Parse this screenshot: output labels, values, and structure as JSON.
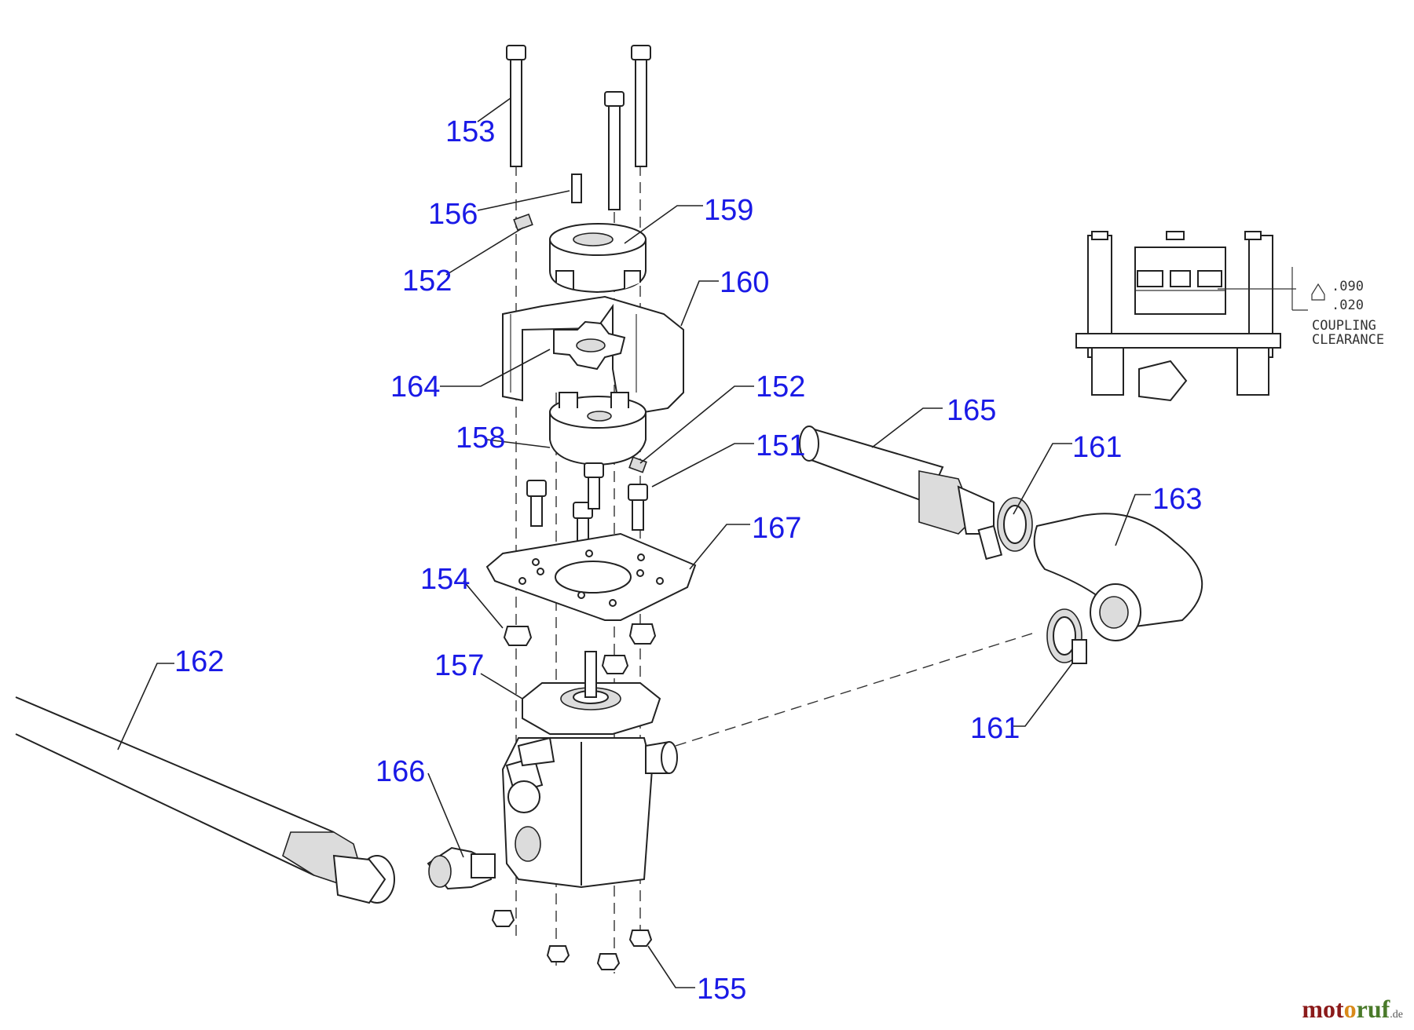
{
  "callouts": {
    "c153": "153",
    "c156": "156",
    "c159": "159",
    "c152a": "152",
    "c160": "160",
    "c164": "164",
    "c152b": "152",
    "c158": "158",
    "c151": "151",
    "c165": "165",
    "c161a": "161",
    "c163": "163",
    "c167": "167",
    "c154": "154",
    "c162": "162",
    "c157": "157",
    "c161b": "161",
    "c166": "166",
    "c155": "155"
  },
  "inset": {
    "dim_upper": ".090",
    "dim_lower": ".020",
    "label_line1": "COUPLING",
    "label_line2": "CLEARANCE"
  },
  "watermark": {
    "part1": "mot",
    "part2": "o",
    "part3": "ruf",
    "suffix": ".de"
  },
  "colors": {
    "callout": "#1a1ae6"
  }
}
